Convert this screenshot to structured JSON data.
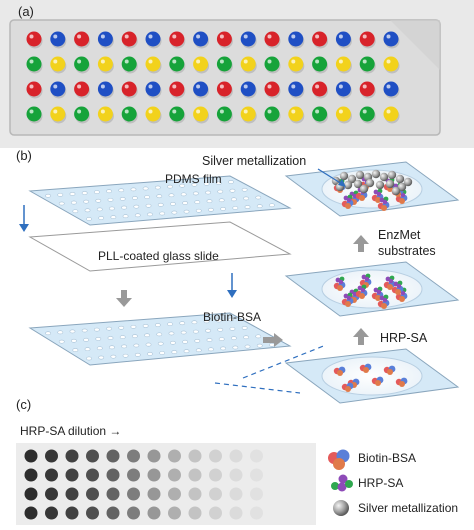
{
  "panels": {
    "a": {
      "label": "(a)"
    },
    "b": {
      "label": "(b)"
    },
    "c": {
      "label": "(c)",
      "axis_label": "HRP-SA dilution →"
    }
  },
  "slide_a": {
    "rows": [
      [
        "red",
        "blue",
        "red",
        "blue",
        "red",
        "blue",
        "red",
        "blue",
        "red",
        "blue",
        "red",
        "blue",
        "red",
        "blue",
        "red",
        "blue"
      ],
      [
        "green",
        "yellow",
        "green",
        "yellow",
        "green",
        "yellow",
        "green",
        "yellow",
        "green",
        "yellow",
        "green",
        "yellow",
        "green",
        "yellow",
        "green",
        "yellow"
      ],
      [
        "red",
        "blue",
        "red",
        "blue",
        "red",
        "blue",
        "red",
        "blue",
        "red",
        "blue",
        "red",
        "blue",
        "red",
        "blue",
        "red",
        "blue"
      ],
      [
        "green",
        "yellow",
        "green",
        "yellow",
        "green",
        "yellow",
        "green",
        "yellow",
        "green",
        "yellow",
        "green",
        "yellow",
        "green",
        "yellow",
        "green",
        "yellow"
      ]
    ],
    "colors": {
      "red": "#d8232a",
      "blue": "#1f4fc4",
      "green": "#16a33a",
      "yellow": "#f2d21c"
    }
  },
  "labels": {
    "pdms_film": "PDMS film",
    "glass_slide": "PLL-coated glass slide",
    "biotin_bsa": "Biotin-BSA",
    "hrp_sa": "HRP-SA",
    "enzmet_line1": "EnzMet",
    "enzmet_line2": "substrates",
    "silver_metallization": "Silver metallization"
  },
  "legend": [
    {
      "label": "Biotin-BSA",
      "icon": "biotin-bsa-icon"
    },
    {
      "label": "HRP-SA",
      "icon": "hrp-sa-icon"
    },
    {
      "label": "Silver metallization",
      "icon": "silver-particle-icon"
    }
  ],
  "dilution_array": {
    "rows": 4,
    "intensity_by_column": [
      0.95,
      0.9,
      0.85,
      0.78,
      0.68,
      0.55,
      0.42,
      0.3,
      0.2,
      0.13,
      0.08,
      0.05
    ]
  },
  "colors": {
    "film": "#d5e9f7",
    "film_edge": "#8aa6bd",
    "arrow_gray": "#999999",
    "arrow_blue": "#2f6fbf",
    "dashed_blue": "#2f6fbf"
  }
}
